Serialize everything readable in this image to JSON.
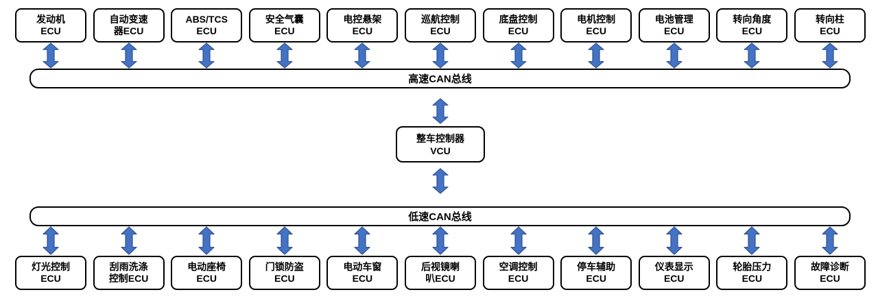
{
  "colors": {
    "arrow_fill": "#4472C4",
    "arrow_stroke": "#2F528F",
    "box_border": "#000000",
    "box_fill": "#FFFFFF",
    "background": "#FFFFFF"
  },
  "high_speed_bus": {
    "label": "高速CAN总线"
  },
  "low_speed_bus": {
    "label": "低速CAN总线"
  },
  "vcu": {
    "label": "整车控制器\nVCU"
  },
  "top_row": {
    "boxes": [
      "发动机\nECU",
      "自动变速\n器ECU",
      "ABS/TCS\nECU",
      "安全气囊\nECU",
      "电控悬架\nECU",
      "巡航控制\nECU",
      "底盘控制\nECU",
      "电机控制\nECU",
      "电池管理\nECU",
      "转向角度\nECU",
      "转向柱\nECU"
    ]
  },
  "bottom_row": {
    "boxes": [
      "灯光控制\nECU",
      "刮雨洗涤\n控制ECU",
      "电动座椅\nECU",
      "门锁防盗\nECU",
      "电动车窗\nECU",
      "后视镜喇\n叭ECU",
      "空调控制\nECU",
      "停车辅助\nECU",
      "仪表显示\nECU",
      "轮胎压力\nECU",
      "故障诊断\nECU"
    ]
  }
}
